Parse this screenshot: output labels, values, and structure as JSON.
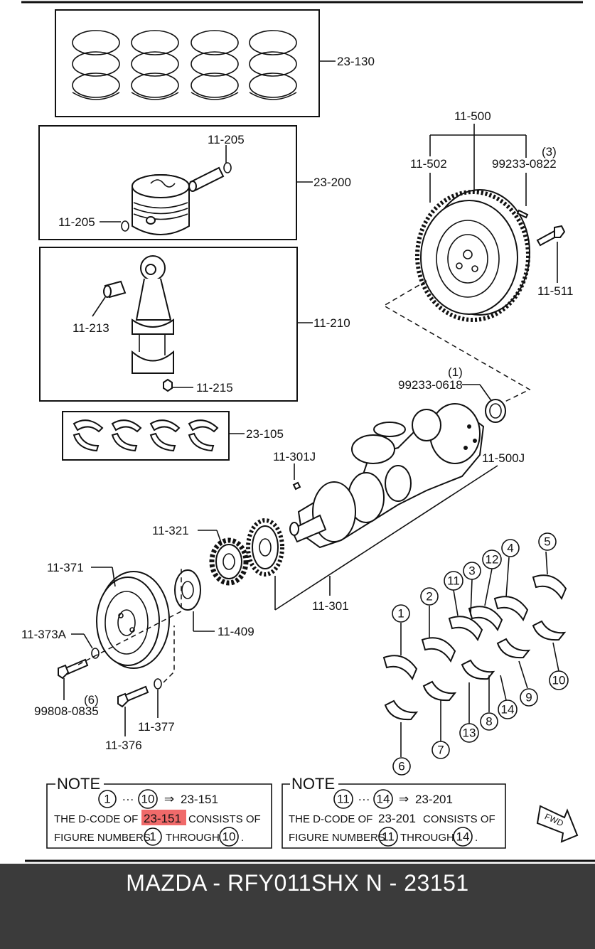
{
  "labels": {
    "piston_rings": "23-130",
    "piston_assembly": "23-200",
    "piston_pin_clip_top": "11-205",
    "piston_pin_clip_left": "11-205",
    "connecting_rod": "11-210",
    "rod_bushing": "11-213",
    "rod_nut": "11-215",
    "rod_bearings": "23-105",
    "flywheel_assembly": "11-500",
    "ring_gear": "11-502",
    "dowel_pin": "99233-0822",
    "dowel_pin_qty": "(3)",
    "flywheel_bolt": "11-511",
    "pilot_pin": "99233-0618",
    "pilot_pin_qty": "(1)",
    "pilot_bearing": "11-500J",
    "crank_key": "11-301J",
    "crankshaft": "11-301",
    "crank_sprocket": "11-321",
    "pulley": "11-371",
    "washer": "11-373A",
    "pulley_bolt": "99808-0835",
    "pulley_bolt_qty": "(6)",
    "plate": "11-409",
    "damper_bolt": "11-376",
    "damper_washer": "11-377"
  },
  "figure_numbers": [
    "1",
    "2",
    "3",
    "4",
    "5",
    "6",
    "7",
    "8",
    "9",
    "10",
    "11",
    "12",
    "13",
    "14"
  ],
  "notes": [
    {
      "title": "NOTE",
      "range_from": "1",
      "range_dots": "···",
      "range_to": "10",
      "arrow": "⇒",
      "code": "23-151",
      "line2_prefix": "THE D-CODE OF",
      "line2_code": "23-151",
      "line2_suffix": "CONSISTS OF",
      "line3_prefix": "FIGURE NUMBERS",
      "line3_from": "1",
      "line3_mid": "THROUGH",
      "line3_to": "10",
      "line3_end": "."
    },
    {
      "title": "NOTE",
      "range_from": "11",
      "range_dots": "···",
      "range_to": "14",
      "arrow": "⇒",
      "code": "23-201",
      "line2_prefix": "THE D-CODE OF",
      "line2_code": "23-201",
      "line2_suffix": "CONSISTS OF",
      "line3_prefix": "FIGURE NUMBERS",
      "line3_from": "11",
      "line3_mid": "THROUGH",
      "line3_to": "14",
      "line3_end": "."
    }
  ],
  "highlight_color": "#f06a6a",
  "fwd_label": "FWD",
  "footer": {
    "text": "MAZDA - RFY011SHX   N - 23151"
  }
}
